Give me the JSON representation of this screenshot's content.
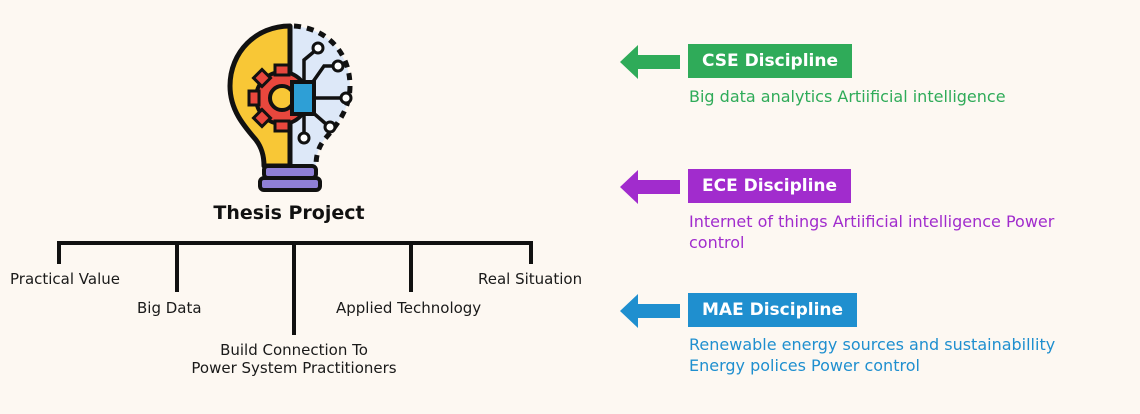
{
  "center": {
    "title": "Thesis Project",
    "icon": "lightbulb-gear-circuit-icon"
  },
  "branches": {
    "practical_value": "Practical Value",
    "big_data": "Big Data",
    "build_connection_line1": "Build Connection To",
    "build_connection_line2": "Power System Practitioners",
    "applied_technology": "Applied Technology",
    "real_situation": "Real Situation"
  },
  "disciplines": [
    {
      "label": "CSE Discipline",
      "color": "#2fab59",
      "desc_line1": "Big data analytics Artiificial intelligence",
      "desc_line2": ""
    },
    {
      "label": "ECE Discipline",
      "color": "#a12ccd",
      "desc_line1": "Internet of things Artiificial intelligence Power",
      "desc_line2": "control"
    },
    {
      "label": "MAE Discipline",
      "color": "#1f8fcf",
      "desc_line1": "Renewable energy sources and sustainabillity",
      "desc_line2": "Energy polices Power control"
    }
  ],
  "colors": {
    "background": "#fdf8f2",
    "bulb_yellow": "#f8c736",
    "bulb_blue": "#dde8f8",
    "gear_red": "#e8473d",
    "chip_blue": "#2e9fd6",
    "base_purple": "#8f7fd6"
  }
}
